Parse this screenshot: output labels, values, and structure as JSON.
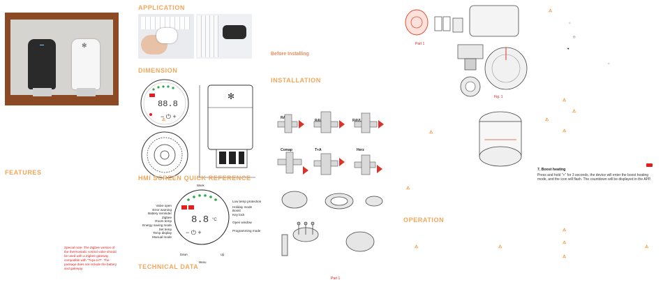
{
  "headings": {
    "features": "FEATURES",
    "application": "APPLICATION",
    "dimension": "DIMENSION",
    "hmi": "HMI SCREEN QUICK REFERENCE",
    "technical": "TECHNICAL DATA",
    "installation": "INSTALLATION",
    "operation": "OPERATION"
  },
  "before_heading": "Before Installing",
  "special_note": "Special note: The Zigbee version of the thermostatic control valve should be used with a Zigbee gateway compatible with \"Tuya IoT\". The package does not include the battery and gateway.",
  "valves": [
    "RA",
    "RAV",
    "RAVL",
    "Comap",
    "T+A",
    "Herz"
  ],
  "hmi_labels": {
    "top": "Week",
    "left": [
      "Valve open",
      "Error warning",
      "Battery reminder",
      "Zigbee",
      "Room temp",
      "Energy saving mode",
      "Set temp",
      "Temp display",
      "Manual mode"
    ],
    "right": [
      "Low temp protection",
      "Holiday mode",
      "Boost",
      "Key lock",
      "Open window",
      "Programming mode"
    ],
    "bottom": [
      "Down",
      "Menu",
      "Up"
    ]
  },
  "part_labels": [
    "Part 1",
    "Part 1"
  ],
  "fig_label": "Fig. 1",
  "boost": {
    "title": "7. Boost heating",
    "text": "Press and hold \"+\" for 3 seconds, the device will enter the boost heating mode, and the icon will flash. The countdown will be displayed in the APP."
  },
  "device_glyph": "✻",
  "colors": {
    "heading": "#f2a65a",
    "accent_red": "#e02020",
    "wood": "#8a4a22",
    "arrow": "#d8342a"
  }
}
